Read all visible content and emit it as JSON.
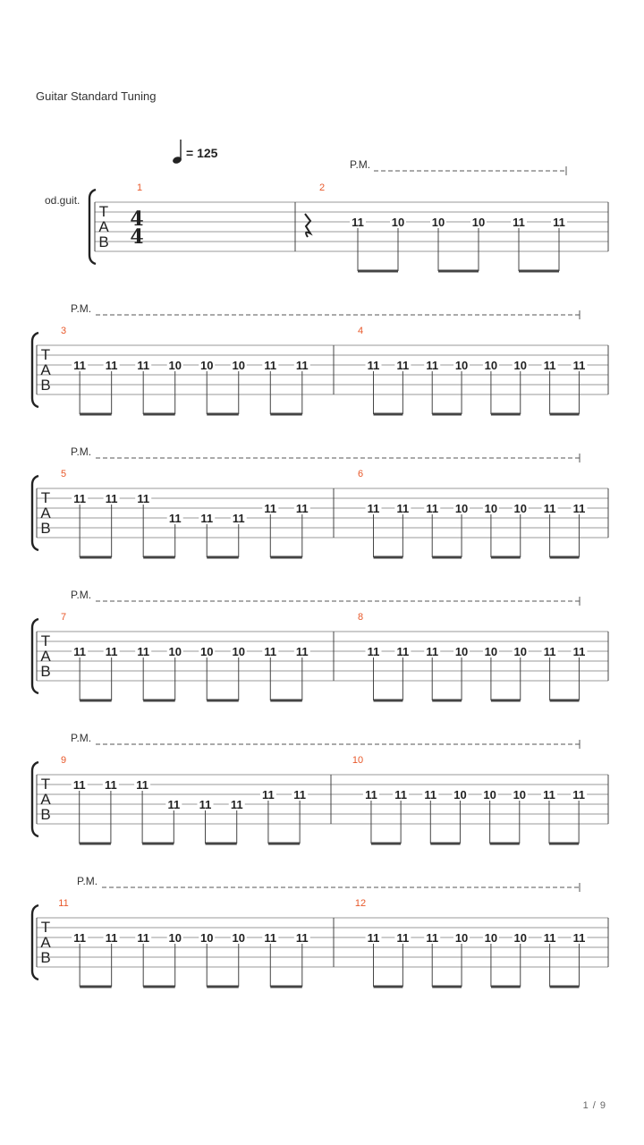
{
  "header": {
    "tuning": "Guitar Standard Tuning",
    "tempo_value": "= 125",
    "instrument": "od.guit."
  },
  "palm_mute_label": "P.M.",
  "tab_clef": [
    "T",
    "A",
    "B"
  ],
  "time_signature": {
    "top": "4",
    "bottom": "4"
  },
  "measures": [
    {
      "number": "1",
      "notes": []
    },
    {
      "number": "2",
      "rest": "quarter",
      "notes": [
        {
          "fret": "11",
          "string": 3
        },
        {
          "fret": "10",
          "string": 3
        },
        {
          "fret": "10",
          "string": 3
        },
        {
          "fret": "10",
          "string": 3
        },
        {
          "fret": "11",
          "string": 3
        },
        {
          "fret": "11",
          "string": 3
        }
      ]
    },
    {
      "number": "3",
      "notes": [
        {
          "fret": "11",
          "string": 3
        },
        {
          "fret": "11",
          "string": 3
        },
        {
          "fret": "11",
          "string": 3
        },
        {
          "fret": "10",
          "string": 3
        },
        {
          "fret": "10",
          "string": 3
        },
        {
          "fret": "10",
          "string": 3
        },
        {
          "fret": "11",
          "string": 3
        },
        {
          "fret": "11",
          "string": 3
        }
      ]
    },
    {
      "number": "4",
      "notes": [
        {
          "fret": "11",
          "string": 3
        },
        {
          "fret": "11",
          "string": 3
        },
        {
          "fret": "11",
          "string": 3
        },
        {
          "fret": "10",
          "string": 3
        },
        {
          "fret": "10",
          "string": 3
        },
        {
          "fret": "10",
          "string": 3
        },
        {
          "fret": "11",
          "string": 3
        },
        {
          "fret": "11",
          "string": 3
        }
      ]
    },
    {
      "number": "5",
      "notes": [
        {
          "fret": "11",
          "string": 2
        },
        {
          "fret": "11",
          "string": 2
        },
        {
          "fret": "11",
          "string": 2
        },
        {
          "fret": "11",
          "string": 4
        },
        {
          "fret": "11",
          "string": 4
        },
        {
          "fret": "11",
          "string": 4
        },
        {
          "fret": "11",
          "string": 3
        },
        {
          "fret": "11",
          "string": 3
        }
      ]
    },
    {
      "number": "6",
      "notes": [
        {
          "fret": "11",
          "string": 3
        },
        {
          "fret": "11",
          "string": 3
        },
        {
          "fret": "11",
          "string": 3
        },
        {
          "fret": "10",
          "string": 3
        },
        {
          "fret": "10",
          "string": 3
        },
        {
          "fret": "10",
          "string": 3
        },
        {
          "fret": "11",
          "string": 3
        },
        {
          "fret": "11",
          "string": 3
        }
      ]
    },
    {
      "number": "7",
      "notes": [
        {
          "fret": "11",
          "string": 3
        },
        {
          "fret": "11",
          "string": 3
        },
        {
          "fret": "11",
          "string": 3
        },
        {
          "fret": "10",
          "string": 3
        },
        {
          "fret": "10",
          "string": 3
        },
        {
          "fret": "10",
          "string": 3
        },
        {
          "fret": "11",
          "string": 3
        },
        {
          "fret": "11",
          "string": 3
        }
      ]
    },
    {
      "number": "8",
      "notes": [
        {
          "fret": "11",
          "string": 3
        },
        {
          "fret": "11",
          "string": 3
        },
        {
          "fret": "11",
          "string": 3
        },
        {
          "fret": "10",
          "string": 3
        },
        {
          "fret": "10",
          "string": 3
        },
        {
          "fret": "10",
          "string": 3
        },
        {
          "fret": "11",
          "string": 3
        },
        {
          "fret": "11",
          "string": 3
        }
      ]
    },
    {
      "number": "9",
      "notes": [
        {
          "fret": "11",
          "string": 2
        },
        {
          "fret": "11",
          "string": 2
        },
        {
          "fret": "11",
          "string": 2
        },
        {
          "fret": "11",
          "string": 4
        },
        {
          "fret": "11",
          "string": 4
        },
        {
          "fret": "11",
          "string": 4
        },
        {
          "fret": "11",
          "string": 3
        },
        {
          "fret": "11",
          "string": 3
        }
      ]
    },
    {
      "number": "10",
      "notes": [
        {
          "fret": "11",
          "string": 3
        },
        {
          "fret": "11",
          "string": 3
        },
        {
          "fret": "11",
          "string": 3
        },
        {
          "fret": "10",
          "string": 3
        },
        {
          "fret": "10",
          "string": 3
        },
        {
          "fret": "10",
          "string": 3
        },
        {
          "fret": "11",
          "string": 3
        },
        {
          "fret": "11",
          "string": 3
        }
      ]
    },
    {
      "number": "11",
      "notes": [
        {
          "fret": "11",
          "string": 3
        },
        {
          "fret": "11",
          "string": 3
        },
        {
          "fret": "11",
          "string": 3
        },
        {
          "fret": "10",
          "string": 3
        },
        {
          "fret": "10",
          "string": 3
        },
        {
          "fret": "10",
          "string": 3
        },
        {
          "fret": "11",
          "string": 3
        },
        {
          "fret": "11",
          "string": 3
        }
      ]
    },
    {
      "number": "12",
      "notes": [
        {
          "fret": "11",
          "string": 3
        },
        {
          "fret": "11",
          "string": 3
        },
        {
          "fret": "11",
          "string": 3
        },
        {
          "fret": "10",
          "string": 3
        },
        {
          "fret": "10",
          "string": 3
        },
        {
          "fret": "10",
          "string": 3
        },
        {
          "fret": "11",
          "string": 3
        },
        {
          "fret": "11",
          "string": 3
        }
      ]
    }
  ],
  "page_indicator": "1 / 9",
  "colors": {
    "measure_number": "#e8582a",
    "staff_line": "#999999",
    "ink": "#222222"
  }
}
